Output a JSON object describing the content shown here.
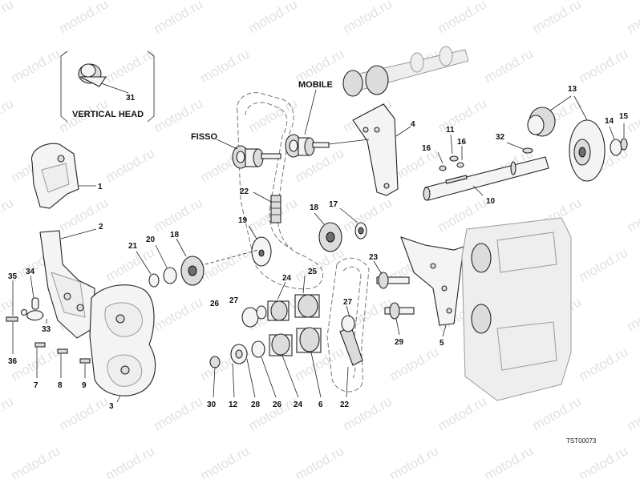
{
  "inset": {
    "title": "VERTICAL HEAD",
    "part_number": "31"
  },
  "text_labels": {
    "mobile": "MOBILE",
    "fisso": "FISSO"
  },
  "part_numbers": [
    "1",
    "2",
    "3",
    "4",
    "5",
    "6",
    "7",
    "8",
    "9",
    "10",
    "11",
    "12",
    "13",
    "14",
    "15",
    "16",
    "16",
    "17",
    "18",
    "18",
    "19",
    "20",
    "21",
    "22",
    "22",
    "23",
    "24",
    "24",
    "25",
    "26",
    "26",
    "27",
    "27",
    "28",
    "29",
    "30",
    "32",
    "33",
    "34",
    "35",
    "36"
  ],
  "drawing_code": "TST00073",
  "watermark": "motod.ru"
}
